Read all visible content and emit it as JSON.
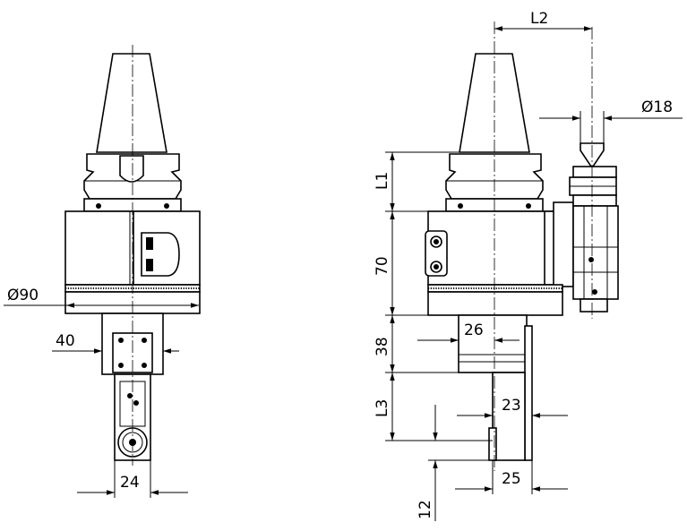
{
  "dimensions": {
    "diameter_90": "Ø90",
    "width_40": "40",
    "width_24": "24",
    "length_l2": "L2",
    "diameter_18": "Ø18",
    "length_l1": "L1",
    "height_70": "70",
    "height_38": "38",
    "width_26": "26",
    "length_l3": "L3",
    "width_23": "23",
    "width_25": "25",
    "height_12": "12"
  },
  "colors": {
    "line": "#000000",
    "background": "#ffffff"
  }
}
